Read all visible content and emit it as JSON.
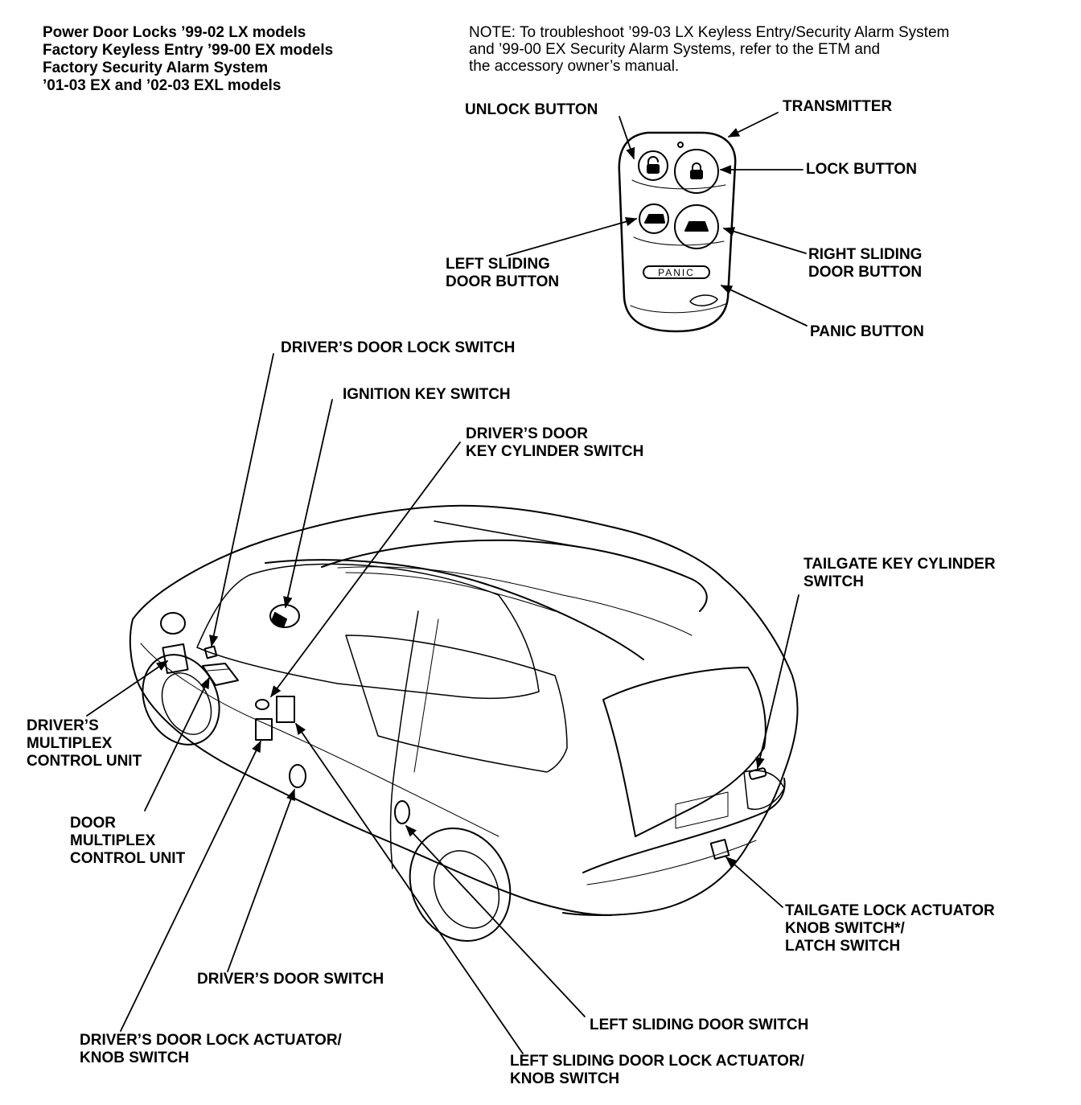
{
  "header": {
    "lines": [
      "Power Door Locks ’99-02 LX models",
      "Factory Keyless Entry ’99-00 EX models",
      "Factory Security Alarm System",
      "’01-03 EX and ’02-03 EXL models"
    ]
  },
  "note": {
    "lines": [
      "NOTE: To troubleshoot ’99-03 LX Keyless Entry/Security Alarm System",
      "and ’99-00 EX Security Alarm Systems, refer to the ETM and",
      "the accessory owner’s manual."
    ]
  },
  "transmitter": {
    "panic_text": "PANIC"
  },
  "labels": {
    "unlock_button": "UNLOCK BUTTON",
    "transmitter": "TRANSMITTER",
    "lock_button": "LOCK BUTTON",
    "left_sliding_door_button": [
      "LEFT SLIDING",
      "DOOR BUTTON"
    ],
    "right_sliding_door_button": [
      "RIGHT SLIDING",
      "DOOR BUTTON"
    ],
    "panic_button": "PANIC BUTTON",
    "drivers_door_lock_switch": "DRIVER’S DOOR LOCK SWITCH",
    "ignition_key_switch": "IGNITION KEY SWITCH",
    "drivers_door_key_cylinder_switch": [
      "DRIVER’S DOOR",
      "KEY CYLINDER SWITCH"
    ],
    "tailgate_key_cylinder_switch": [
      "TAILGATE KEY CYLINDER",
      "SWITCH"
    ],
    "drivers_multiplex_control_unit": [
      "DRIVER’S",
      "MULTIPLEX",
      "CONTROL UNIT"
    ],
    "door_multiplex_control_unit": [
      "DOOR",
      "MULTIPLEX",
      "CONTROL UNIT"
    ],
    "tailgate_lock_actuator": [
      "TAILGATE LOCK ACTUATOR",
      "KNOB SWITCH*/",
      "LATCH SWITCH"
    ],
    "drivers_door_switch": "DRIVER’S DOOR SWITCH",
    "left_sliding_door_switch": "LEFT SLIDING DOOR SWITCH",
    "drivers_door_lock_actuator": [
      "DRIVER’S DOOR LOCK ACTUATOR/",
      "KNOB SWITCH"
    ],
    "left_sliding_door_lock_actuator": [
      "LEFT SLIDING DOOR LOCK ACTUATOR/",
      "KNOB SWITCH"
    ]
  }
}
